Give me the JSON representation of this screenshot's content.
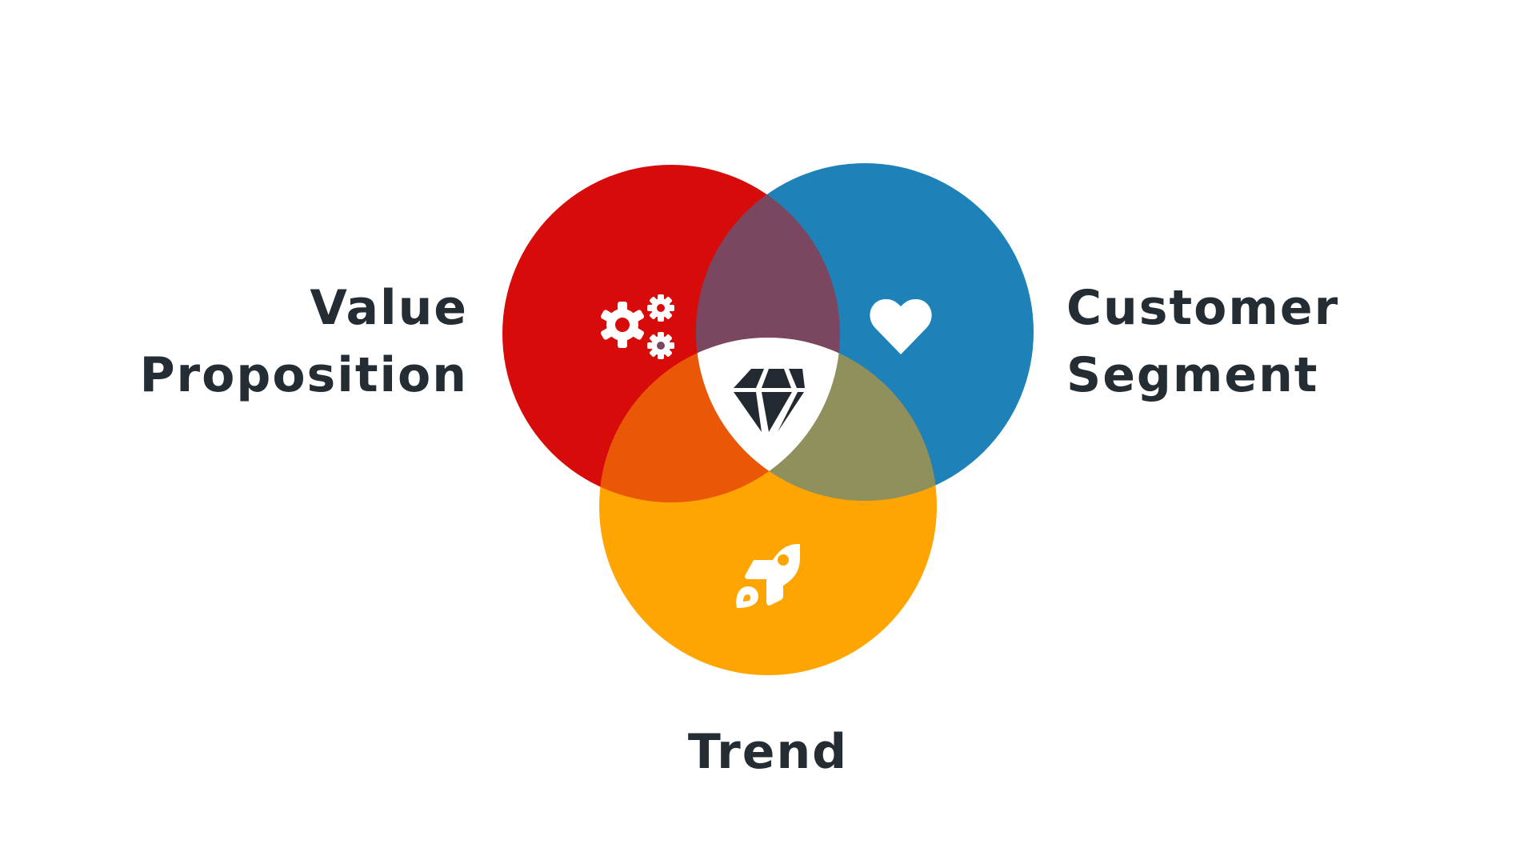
{
  "diagram": {
    "type": "three-circle venn",
    "sets": [
      {
        "label_line1": "Value",
        "label_line2": "Proposition",
        "color": "#D80B0B",
        "icon": "gears-icon"
      },
      {
        "label_line1": "Customer",
        "label_line2": "Segment",
        "color": "#1E81B7",
        "icon": "heart-icon"
      },
      {
        "label": "Trend",
        "color": "#FFA502",
        "icon": "rocket-icon"
      }
    ],
    "overlaps": {
      "value_customer": "#7B4660",
      "value_trend": "#EA5706",
      "customer_trend": "#8F905B",
      "center": "#FFFFFF",
      "center_icon": "diamond-icon"
    },
    "text_color": "#252D34"
  }
}
